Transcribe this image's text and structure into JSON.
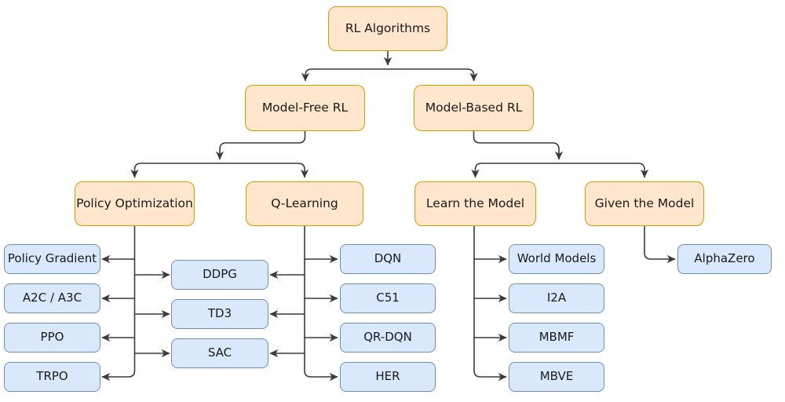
{
  "diagram_title": "RL Algorithms taxonomy",
  "colors": {
    "category_fill": "#FFE6CC",
    "category_border": "#D79B00",
    "leaf_fill": "#DAE8FC",
    "leaf_border": "#6C8EBF",
    "connector": "#3A3A3A",
    "background": "#FFFFFF",
    "text": "#1A1A1A"
  },
  "nodes": {
    "rl_algorithms": {
      "label": "RL Algorithms"
    },
    "model_free": {
      "label": "Model-Free RL"
    },
    "model_based": {
      "label": "Model-Based RL"
    },
    "policy_optimization": {
      "label": "Policy Optimization"
    },
    "q_learning": {
      "label": "Q-Learning"
    },
    "learn_the_model": {
      "label": "Learn the Model"
    },
    "given_the_model": {
      "label": "Given the Model"
    },
    "policy_gradient": {
      "label": "Policy Gradient"
    },
    "a2c_a3c": {
      "label": "A2C / A3C"
    },
    "ppo": {
      "label": "PPO"
    },
    "trpo": {
      "label": "TRPO"
    },
    "ddpg": {
      "label": "DDPG"
    },
    "td3": {
      "label": "TD3"
    },
    "sac": {
      "label": "SAC"
    },
    "dqn": {
      "label": "DQN"
    },
    "c51": {
      "label": "C51"
    },
    "qr_dqn": {
      "label": "QR-DQN"
    },
    "her": {
      "label": "HER"
    },
    "world_models": {
      "label": "World Models"
    },
    "i2a": {
      "label": "I2A"
    },
    "mbmf": {
      "label": "MBMF"
    },
    "mbve": {
      "label": "MBVE"
    },
    "alphazero": {
      "label": "AlphaZero"
    }
  },
  "edges": [
    {
      "from": "RL Algorithms",
      "to": [
        "Model-Free RL",
        "Model-Based RL"
      ]
    },
    {
      "from": "Model-Free RL",
      "to": [
        "Policy Optimization",
        "Q-Learning"
      ]
    },
    {
      "from": "Model-Based RL",
      "to": [
        "Learn the Model",
        "Given the Model"
      ]
    },
    {
      "from": "Policy Optimization",
      "to": [
        "Policy Gradient",
        "A2C / A3C",
        "PPO",
        "TRPO",
        "DDPG",
        "TD3",
        "SAC"
      ]
    },
    {
      "from": "Q-Learning",
      "to": [
        "DDPG",
        "TD3",
        "SAC",
        "DQN",
        "C51",
        "QR-DQN",
        "HER"
      ]
    },
    {
      "from": "Learn the Model",
      "to": [
        "World Models",
        "I2A",
        "MBMF",
        "MBVE"
      ]
    },
    {
      "from": "Given the Model",
      "to": [
        "AlphaZero"
      ]
    }
  ]
}
